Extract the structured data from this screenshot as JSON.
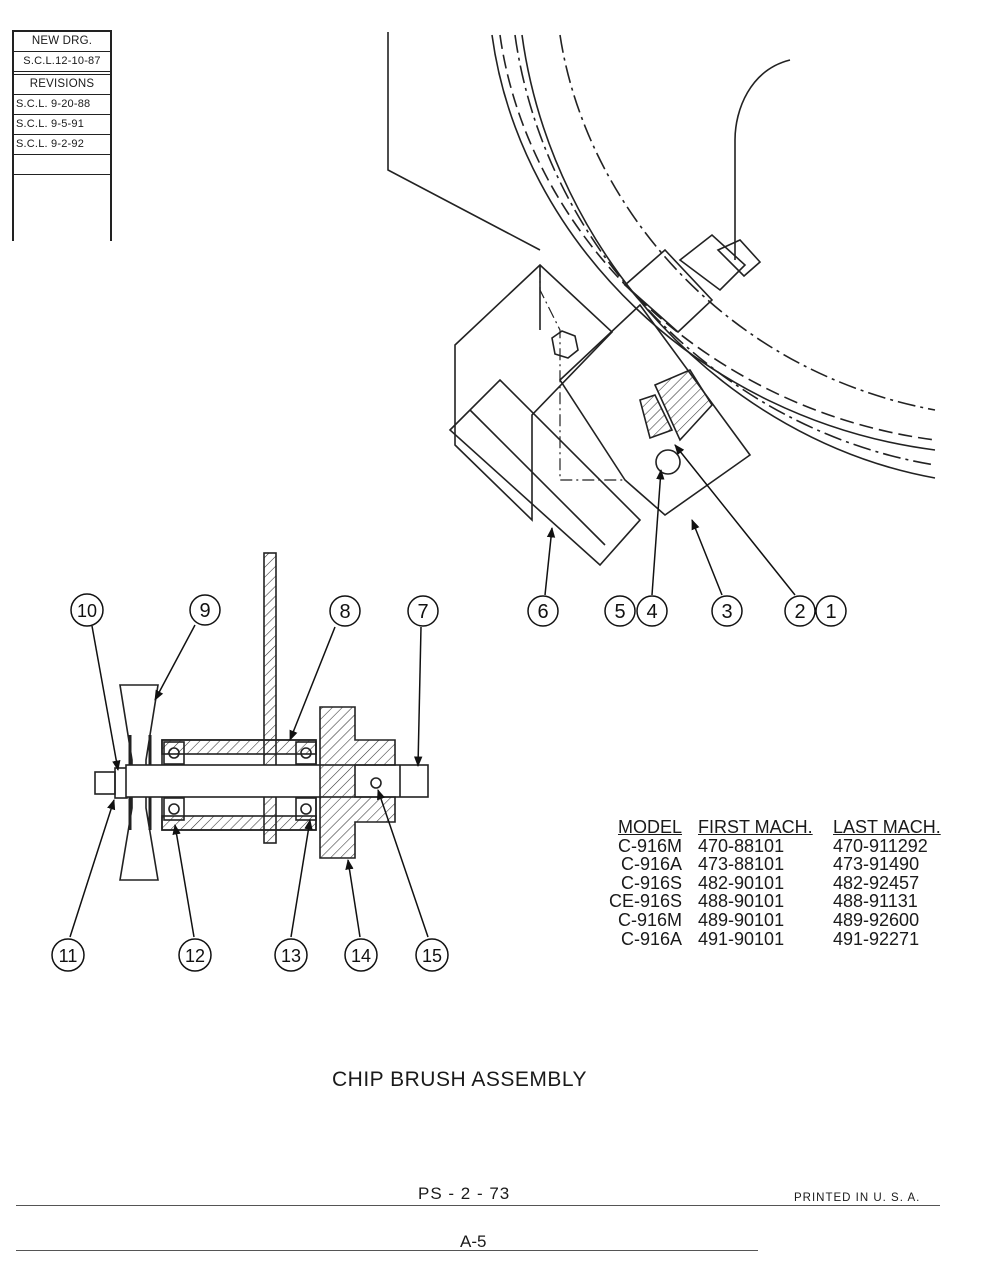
{
  "revision_block": {
    "new_drawing_label": "NEW DRG.",
    "new_drawing_entry": "S.C.L.12-10-87",
    "revisions_label": "REVISIONS",
    "entries": [
      "S.C.L. 9-20-88",
      "S.C.L. 9-5-91",
      "S.C.L. 9-2-92"
    ]
  },
  "callouts": {
    "c1": "1",
    "c2": "2",
    "c3": "3",
    "c4": "4",
    "c5": "5",
    "c6": "6",
    "c7": "7",
    "c8": "8",
    "c9": "9",
    "c10": "10",
    "c11": "11",
    "c12": "12",
    "c13": "13",
    "c14": "14",
    "c15": "15"
  },
  "model_table": {
    "headers": [
      "MODEL",
      "FIRST MACH.",
      "LAST MACH."
    ],
    "rows": [
      [
        "C-916M",
        "470-88101",
        "470-911292"
      ],
      [
        "C-916A",
        "473-88101",
        "473-91490"
      ],
      [
        "C-916S",
        "482-90101",
        "482-92457"
      ],
      [
        "CE-916S",
        "488-90101",
        "488-91131"
      ],
      [
        "C-916M",
        "489-90101",
        "489-92600"
      ],
      [
        "C-916A",
        "491-90101",
        "491-92271"
      ]
    ]
  },
  "title": "CHIP BRUSH ASSEMBLY",
  "footer": {
    "code": "PS - 2 - 73",
    "printed": "PRINTED IN U. S. A.",
    "page": "A-5"
  }
}
